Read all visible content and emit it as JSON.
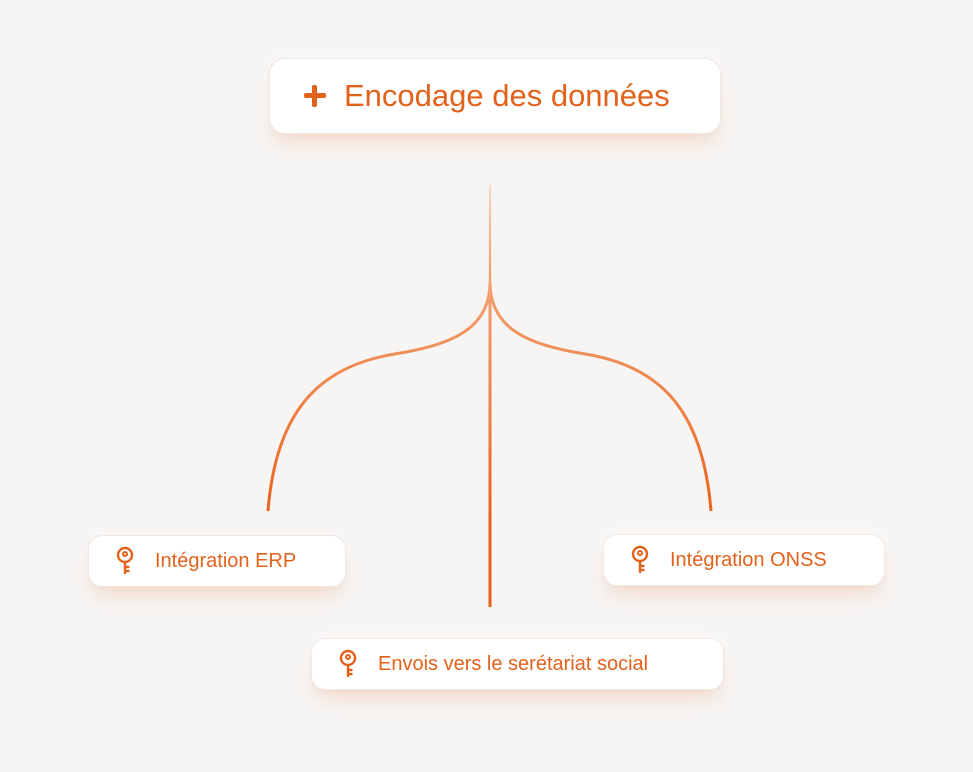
{
  "diagram": {
    "root": {
      "label": "Encodage des données",
      "icon": "plus-icon"
    },
    "children": [
      {
        "label": "Intégration ERP",
        "icon": "key-icon"
      },
      {
        "label": "Envois vers le serétariat social",
        "icon": "key-icon"
      },
      {
        "label": "Intégration ONSS",
        "icon": "key-icon"
      }
    ]
  },
  "colors": {
    "accent": "#e2621b",
    "line": "#ec6a22",
    "background": "#f6f5f4",
    "node_bg": "#ffffff"
  }
}
